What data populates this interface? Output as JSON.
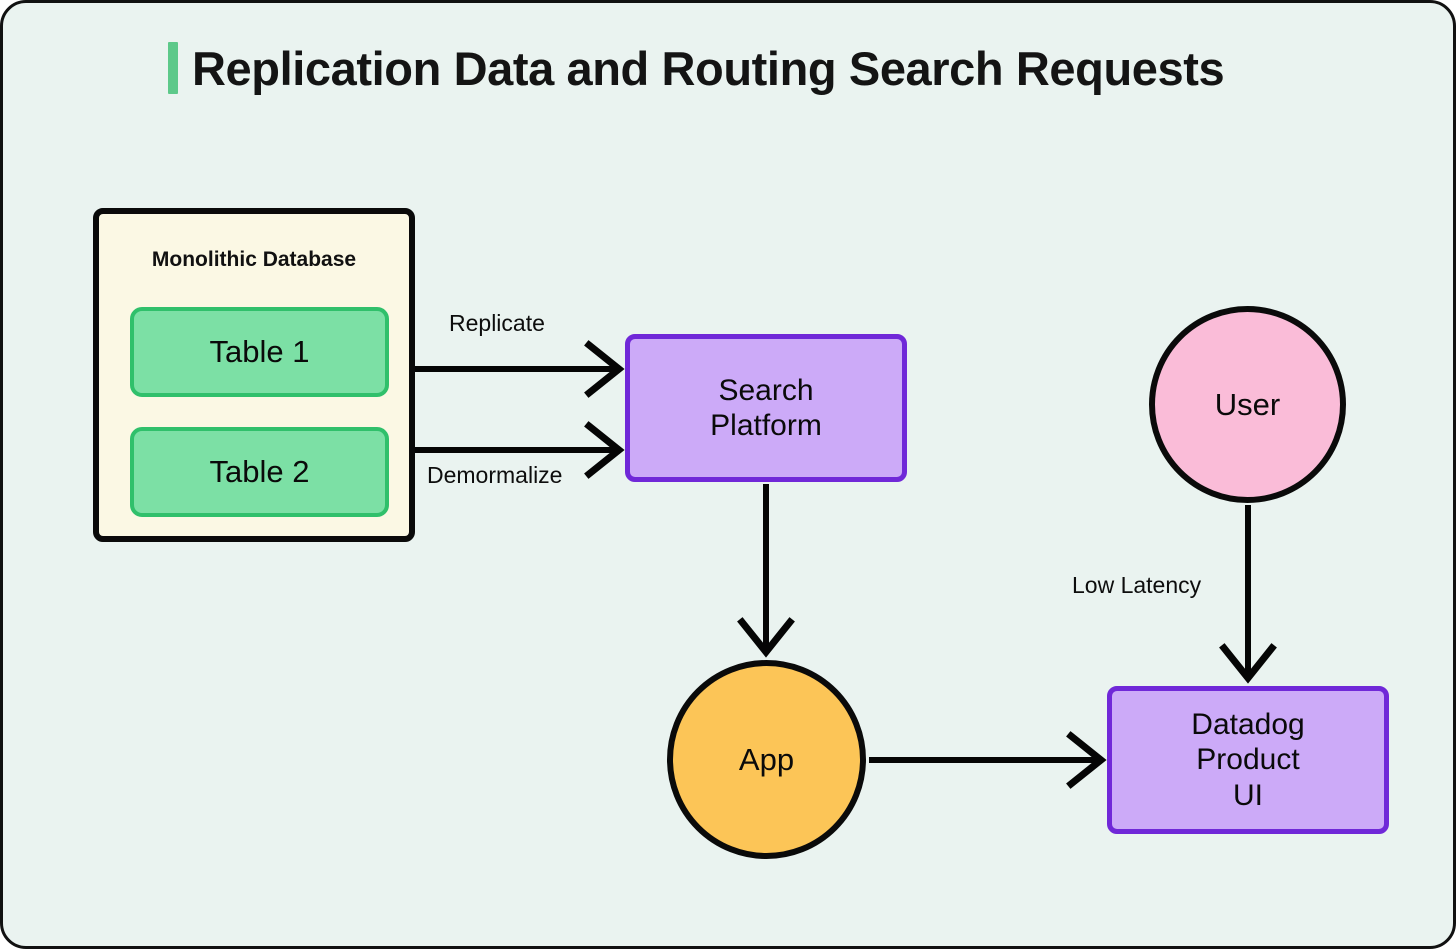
{
  "title": {
    "text": "Replication Data and Routing Search Requests",
    "accent_color": "#5dc98a"
  },
  "canvas": {
    "background_color": "#eaf3f0",
    "border_color": "#111111"
  },
  "nodes": {
    "database": {
      "label": "Monolithic Database",
      "fill_color": "#fbf8e4",
      "border_color": "#0a0a0a",
      "tables": [
        {
          "label": "Table 1",
          "fill_color": "#7ce0a5",
          "border_color": "#30c06b"
        },
        {
          "label": "Table 2",
          "fill_color": "#7ce0a5",
          "border_color": "#30c06b"
        }
      ]
    },
    "search_platform": {
      "line1": "Search",
      "line2": "Platform",
      "fill_color": "#ccaaf8",
      "border_color": "#7028d8"
    },
    "app": {
      "label": "App",
      "fill_color": "#fcc557",
      "border_color": "#0a0a0a"
    },
    "user": {
      "label": "User",
      "fill_color": "#fabcd8",
      "border_color": "#0a0a0a"
    },
    "datadog_ui": {
      "line1": "Datadog",
      "line2": "Product",
      "line3": "UI",
      "fill_color": "#ccaaf8",
      "border_color": "#7028d8"
    }
  },
  "edges": [
    {
      "from": "table-1",
      "to": "search-platform",
      "label": "Replicate"
    },
    {
      "from": "table-2",
      "to": "search-platform",
      "label": "Demormalize"
    },
    {
      "from": "search-platform",
      "to": "app",
      "label": ""
    },
    {
      "from": "app",
      "to": "datadog-ui",
      "label": ""
    },
    {
      "from": "user",
      "to": "datadog-ui",
      "label": "Low Latency"
    }
  ]
}
